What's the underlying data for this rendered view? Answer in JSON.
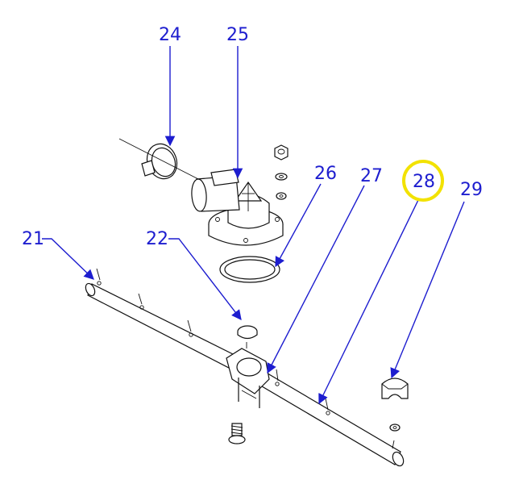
{
  "diagram": {
    "callouts": {
      "c21": "21",
      "c22": "22",
      "c24": "24",
      "c25": "25",
      "c26": "26",
      "c27": "27",
      "c28": "28",
      "c29": "29"
    },
    "colors": {
      "callout": "#1d1dcf",
      "line_art": "#111111",
      "highlight": "#f2e200",
      "background": "#ffffff"
    },
    "highlighted_callout": "28"
  }
}
